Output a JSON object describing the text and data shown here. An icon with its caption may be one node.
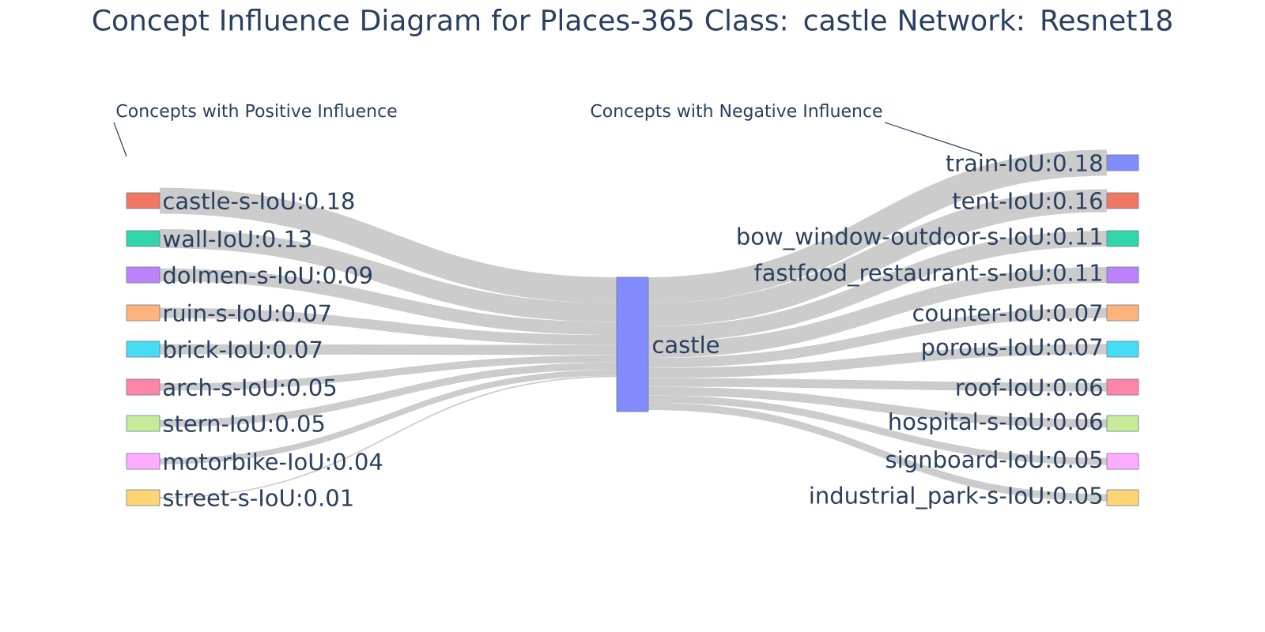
{
  "diagram": {
    "title": "Concept Influence Diagram for Places-365 Class: castle Network: Resnet18",
    "nodes": [
      {
        "text": [
          "castle-s-IoU:0.18"
        ]
      },
      {
        "text": [
          "wall-IoU:0.13"
        ]
      },
      {
        "text": [
          "dolmen-s-IoU:0.09"
        ]
      },
      {
        "text": [
          "ruin-s-IoU:0.07"
        ]
      },
      {
        "text": [
          "brick-IoU:0.07"
        ]
      },
      {
        "text": [
          "arch-s-IoU:0.05"
        ]
      },
      {
        "text": [
          "stern-IoU:0.05"
        ]
      },
      {
        "text": [
          "motorbike-IoU:0.04"
        ]
      },
      {
        "text": [
          "street-s-IoU:0.01"
        ]
      },
      {
        "text": [
          "castle"
        ]
      },
      {
        "text": [
          "train-IoU:0.18"
        ]
      },
      {
        "text": [
          "tent-IoU:0.16"
        ]
      },
      {
        "text": [
          "bow_window-outdoor-s-IoU:0.11"
        ]
      },
      {
        "text": [
          "fastfood_restaurant-s-IoU:0.11"
        ]
      },
      {
        "text": [
          "counter-IoU:0.07"
        ]
      },
      {
        "text": [
          "porous-IoU:0.07"
        ]
      },
      {
        "text": [
          "roof-IoU:0.06"
        ]
      },
      {
        "text": [
          "hospital-s-IoU:0.06"
        ]
      },
      {
        "text": [
          "signboard-IoU:0.05"
        ]
      },
      {
        "text": [
          "industrial_park-s-IoU:0.05"
        ]
      },
      {
        "text": [
          "Concepts with Positive Influence"
        ]
      },
      {
        "text": [
          "Concepts with Negative Influence"
        ]
      }
    ],
    "edges": [
      {
        "from": 0,
        "to": 9,
        "arrow": "none",
        "style": "thick"
      },
      {
        "from": 1,
        "to": 9,
        "arrow": "none",
        "style": "thick"
      },
      {
        "from": 2,
        "to": 9,
        "arrow": "none"
      },
      {
        "from": 3,
        "to": 9,
        "arrow": "none"
      },
      {
        "from": 4,
        "to": 9,
        "arrow": "none"
      },
      {
        "from": 5,
        "to": 9,
        "arrow": "none"
      },
      {
        "from": 6,
        "to": 9,
        "arrow": "none"
      },
      {
        "from": 7,
        "to": 9,
        "arrow": "none"
      },
      {
        "from": 8,
        "to": 9,
        "arrow": "none"
      },
      {
        "from": 9,
        "to": 10,
        "arrow": "none",
        "style": "thick"
      },
      {
        "from": 9,
        "to": 11,
        "arrow": "none",
        "style": "thick"
      },
      {
        "from": 9,
        "to": 12,
        "arrow": "none"
      },
      {
        "from": 9,
        "to": 13,
        "arrow": "none"
      },
      {
        "from": 9,
        "to": 14,
        "arrow": "none"
      },
      {
        "from": 9,
        "to": 15,
        "arrow": "none"
      },
      {
        "from": 9,
        "to": 16,
        "arrow": "none"
      },
      {
        "from": 9,
        "to": 17,
        "arrow": "none"
      },
      {
        "from": 9,
        "to": 18,
        "arrow": "none"
      },
      {
        "from": 9,
        "to": 19,
        "arrow": "none"
      },
      {
        "from": 20,
        "to": null,
        "arrow": "none",
        "color": "#2a3f5f"
      },
      {
        "from": 21,
        "to": 10,
        "arrow": "none",
        "color": "#2a3f5f"
      }
    ]
  }
}
